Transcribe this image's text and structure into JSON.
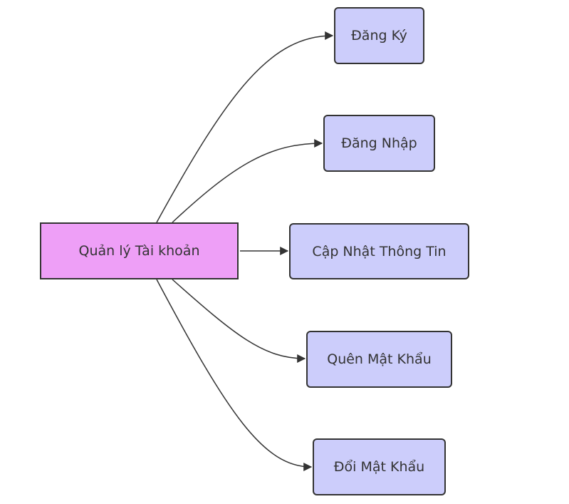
{
  "diagram": {
    "root": {
      "label": "Quản lý Tài khoản",
      "fill": "#ee9ff7"
    },
    "child_fill": "#cccdfb",
    "stroke": "#333333",
    "children": [
      {
        "label": "Đăng Ký"
      },
      {
        "label": "Đăng Nhập"
      },
      {
        "label": "Cập Nhật Thông Tin"
      },
      {
        "label": "Quên Mật Khẩu"
      },
      {
        "label": "Đổi Mật Khẩu"
      }
    ]
  }
}
